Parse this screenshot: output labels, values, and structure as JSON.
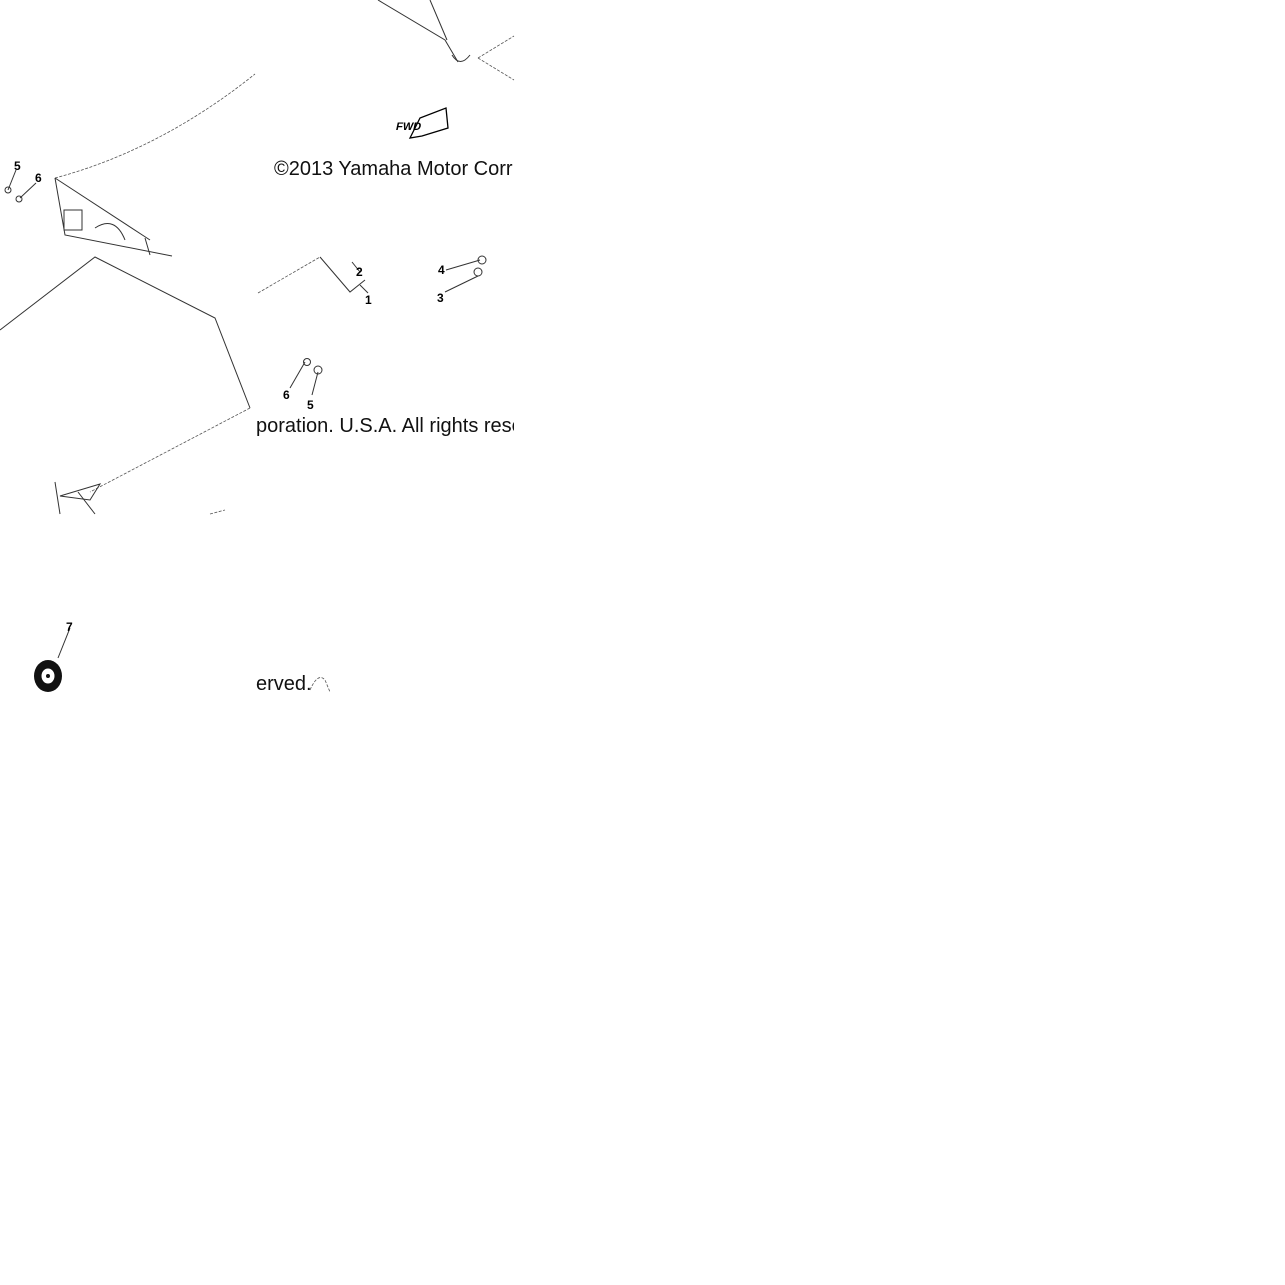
{
  "copyright": {
    "line1": "©2013 Yamaha Motor Corr",
    "line2": "poration. U.S.A. All rights rese",
    "line3": "erved."
  },
  "front_badge": "FWD",
  "callouts": {
    "upper_left_5": "5",
    "upper_left_6": "6",
    "center_2": "2",
    "center_1": "1",
    "right_4": "4",
    "right_3": "3",
    "lower_6": "6",
    "lower_5": "5",
    "bottom_7": "7"
  }
}
